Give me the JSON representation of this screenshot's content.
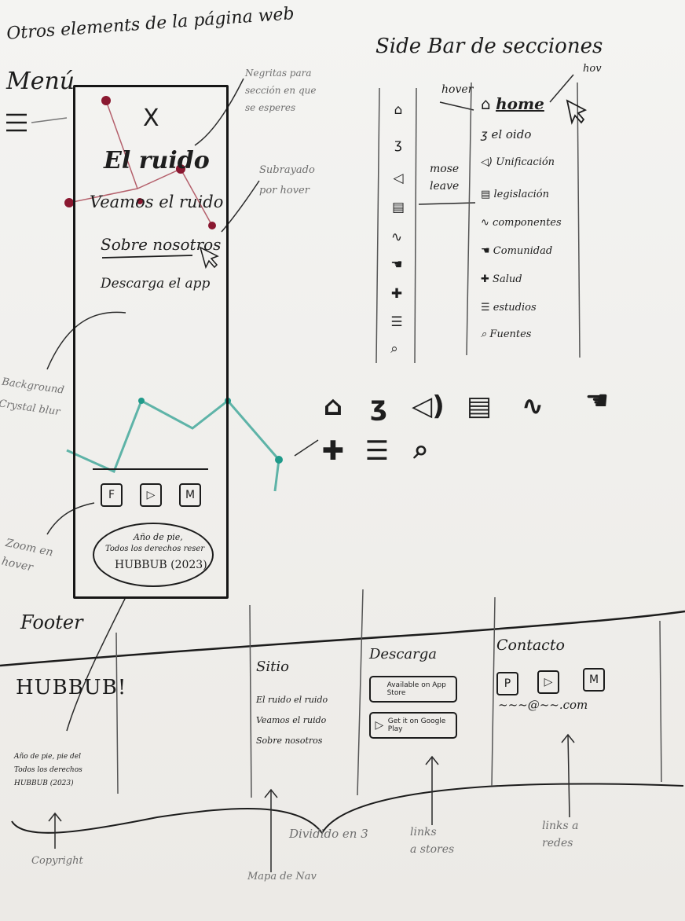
{
  "page_title": "Otros elements de la página web",
  "menu": {
    "heading": "Menú",
    "close": "X",
    "title": "El ruido",
    "items": [
      "Veamos el ruido",
      "Sobre nosotros",
      "Descarga el app"
    ],
    "social": [
      "F",
      "▷",
      "M"
    ],
    "copyright_lines": [
      "Año de pie,",
      "Todos los derechos reser",
      "HUBBUB (2023)"
    ],
    "notes": {
      "bold": [
        "Negritas para",
        "sección en que",
        "se esperes"
      ],
      "underline": [
        "Subrayado",
        "por hover"
      ],
      "background": [
        "Background",
        "Crystal blur"
      ],
      "zoom": [
        "Zoom en",
        "hover"
      ]
    }
  },
  "sidebar": {
    "title": "Side Bar de secciones",
    "hover_label": "hover",
    "hover_corner": "hov",
    "mouse_leave_label": [
      "mose",
      "leave"
    ],
    "items": [
      "home",
      "el oido",
      "Unificación",
      "legislación",
      "componentes",
      "Comunidad",
      "Salud",
      "estudios",
      "Fuentes"
    ],
    "icons": [
      "house-icon",
      "ear-icon",
      "speaker-icon",
      "document-icon",
      "wave-icon",
      "hand-icon",
      "plus-icon",
      "books-icon",
      "search-icon"
    ]
  },
  "footer": {
    "heading": "Footer",
    "brand": "HUBBUB!",
    "copyright_lines": [
      "Año de pie, pie del",
      "Todos los derechos",
      "HUBBUB (2023)"
    ],
    "site_heading": "Sitio",
    "site_links": [
      "El ruido el ruido",
      "Veamos el ruido",
      "Sobre nosotros"
    ],
    "download_heading": "Descarga",
    "stores": [
      "Available on App Store",
      "Get it on Google Play"
    ],
    "contact_heading": "Contacto",
    "contact_social": [
      "P",
      "▷",
      "M"
    ],
    "email": "~~~@~~.com",
    "notes": {
      "copyright": "Copyright",
      "divided": "Dividido en 3",
      "nav_map": "Mapa de Nav",
      "store_links": [
        "links",
        "a stores"
      ],
      "social_links": [
        "links a",
        "redes"
      ]
    }
  },
  "colors": {
    "ink": "#1c1c1c",
    "accent_red": "#8a1830",
    "accent_teal": "#1f9a8a"
  }
}
